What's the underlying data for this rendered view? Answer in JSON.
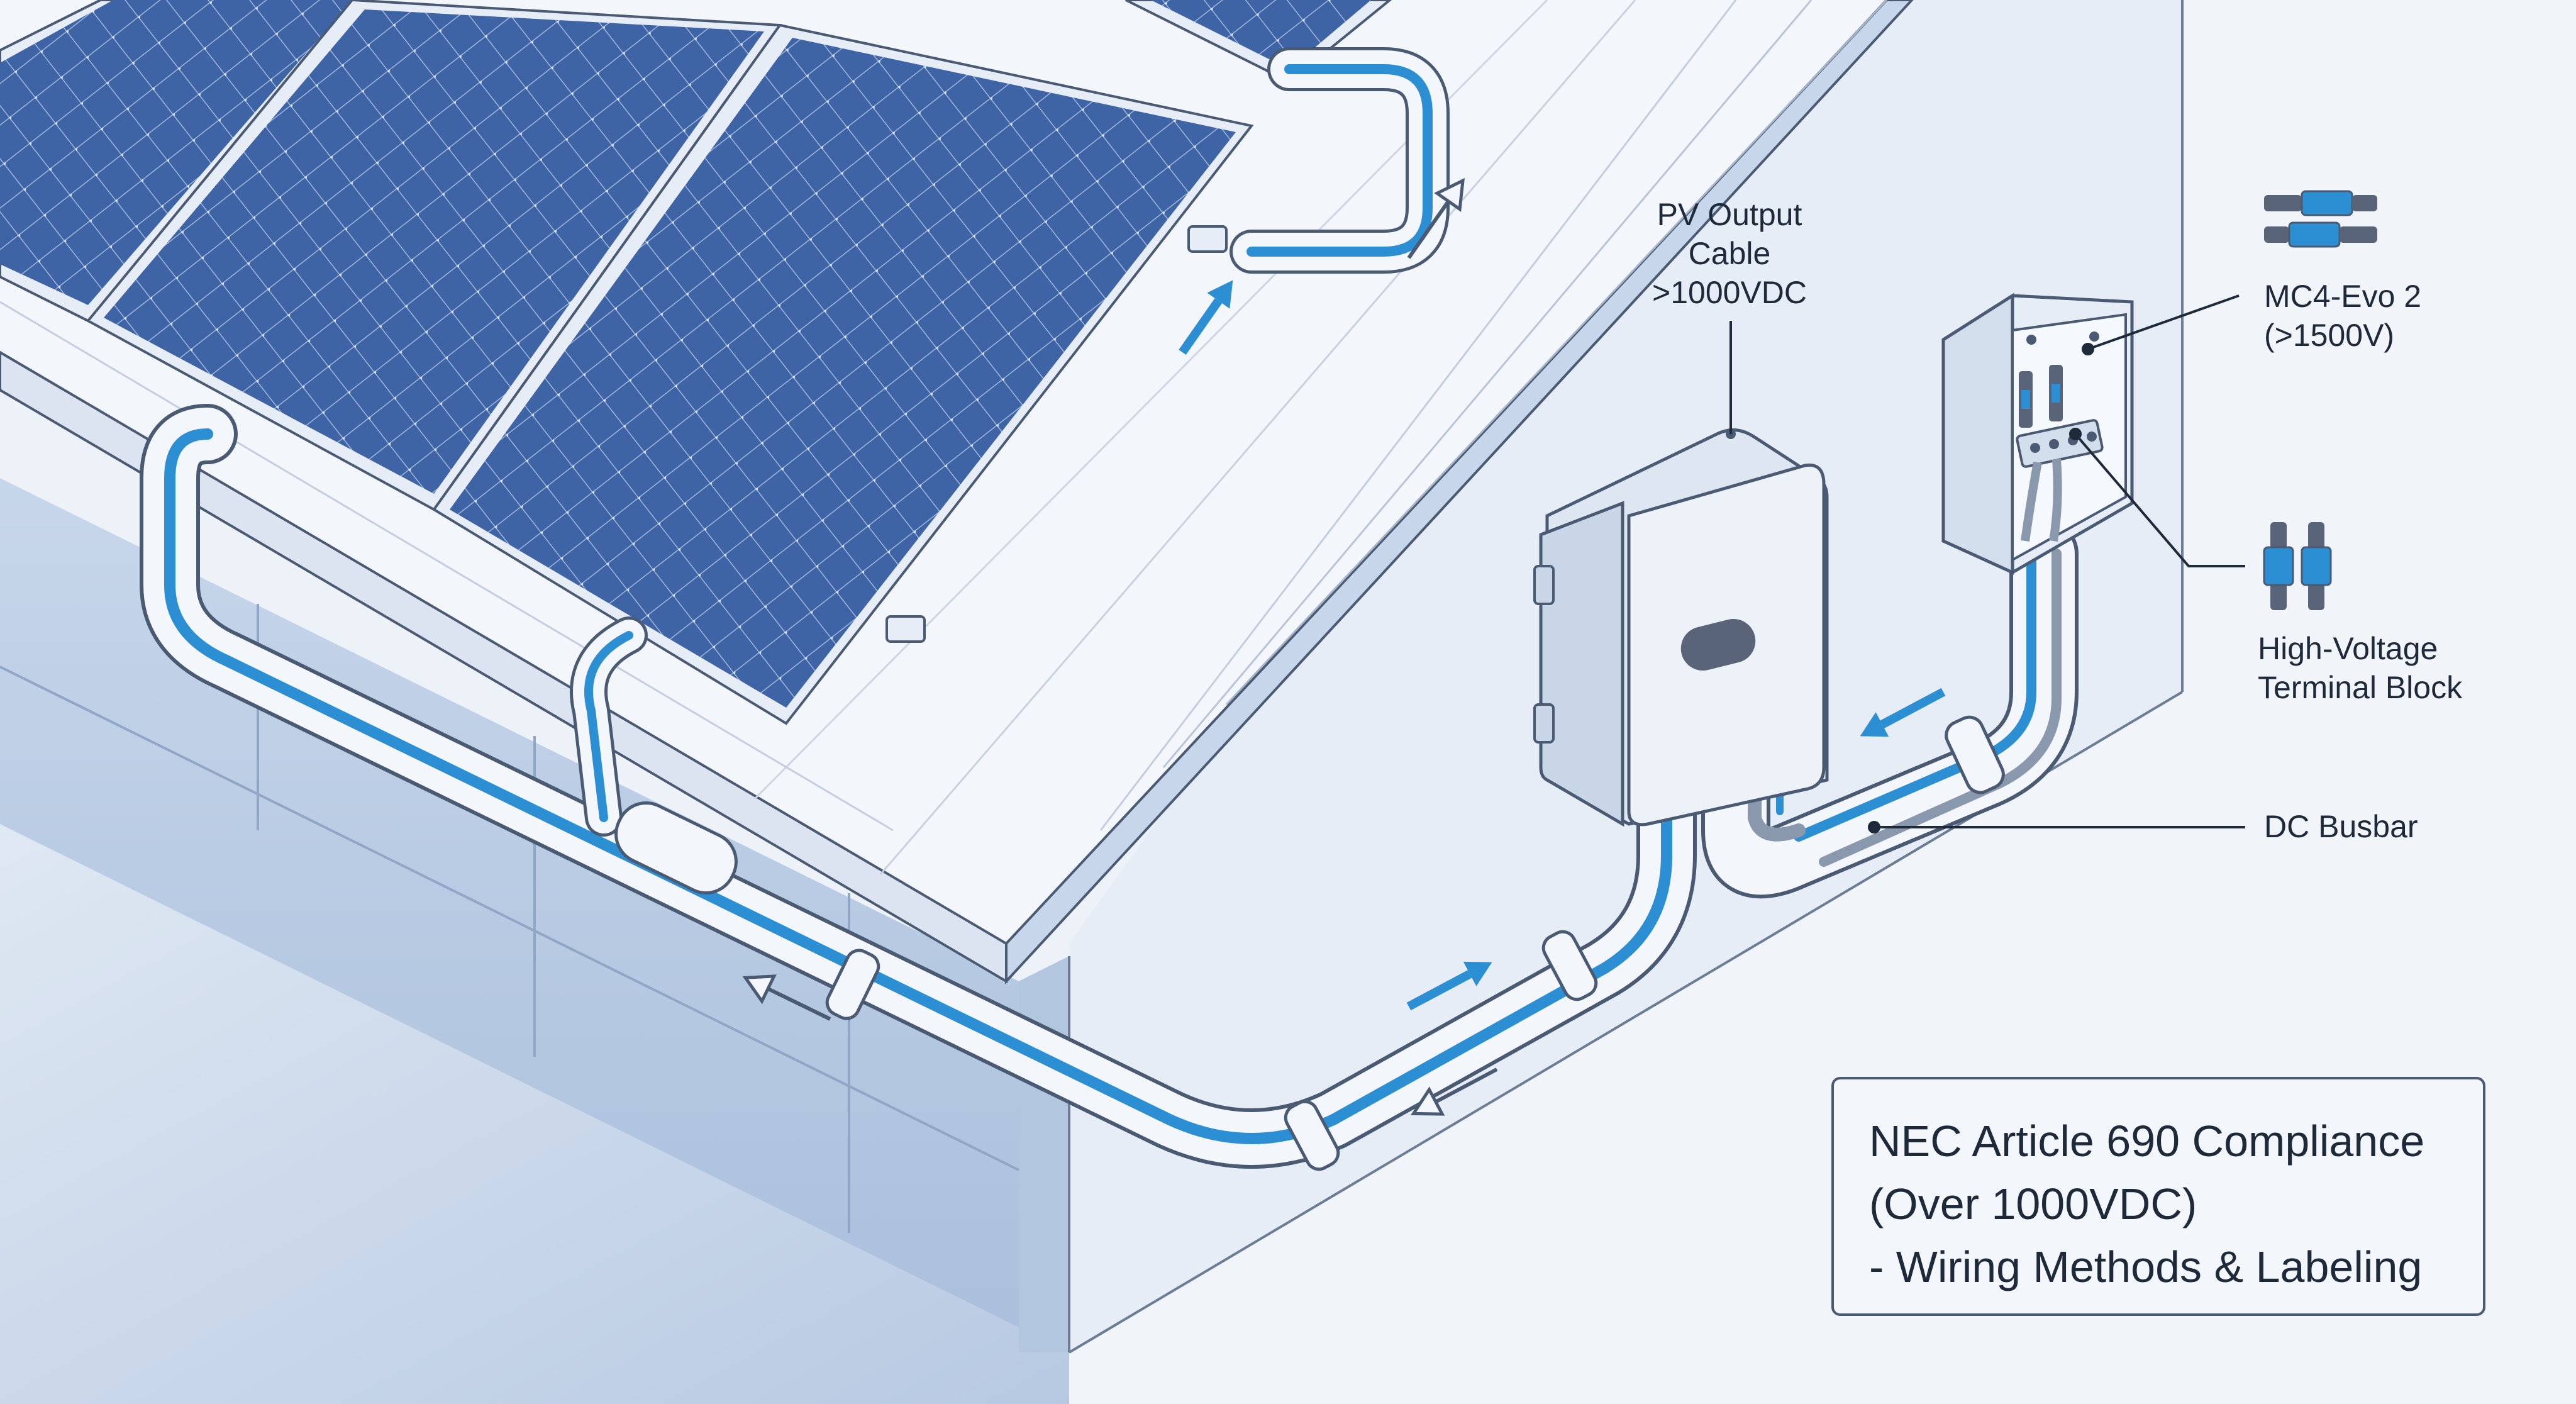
{
  "labels": {
    "pv_output_cable": [
      "PV Output",
      "Cable",
      ">1000VDC"
    ],
    "mc4": [
      "MC4-Evo 2",
      "(>1500V)"
    ],
    "terminal_block": [
      "High-Voltage",
      "Terminal Block"
    ],
    "dc_busbar": "DC Busbar"
  },
  "title_box": {
    "line1": "NEC Article 690 Compliance",
    "line2": "(Over 1000VDC)",
    "line3": "- Wiring Methods & Labeling"
  },
  "colors": {
    "panel_cell": "#3f64a6",
    "panel_frame": "#e6edf6",
    "cable_blue": "#2d8fd3",
    "conduit_outline": "#4a5a72",
    "roof": "#f2f5fa",
    "wall_left": "#b9cce4",
    "wall_right": "#e9eff7",
    "ground": "#c5d6ea",
    "arrow_blue": "#2d8fd3"
  },
  "icons": [
    "solar-panel-icon",
    "inverter-icon",
    "junction-box-icon",
    "mc4-connector-icon",
    "terminal-block-icon",
    "flow-arrow-icon"
  ]
}
